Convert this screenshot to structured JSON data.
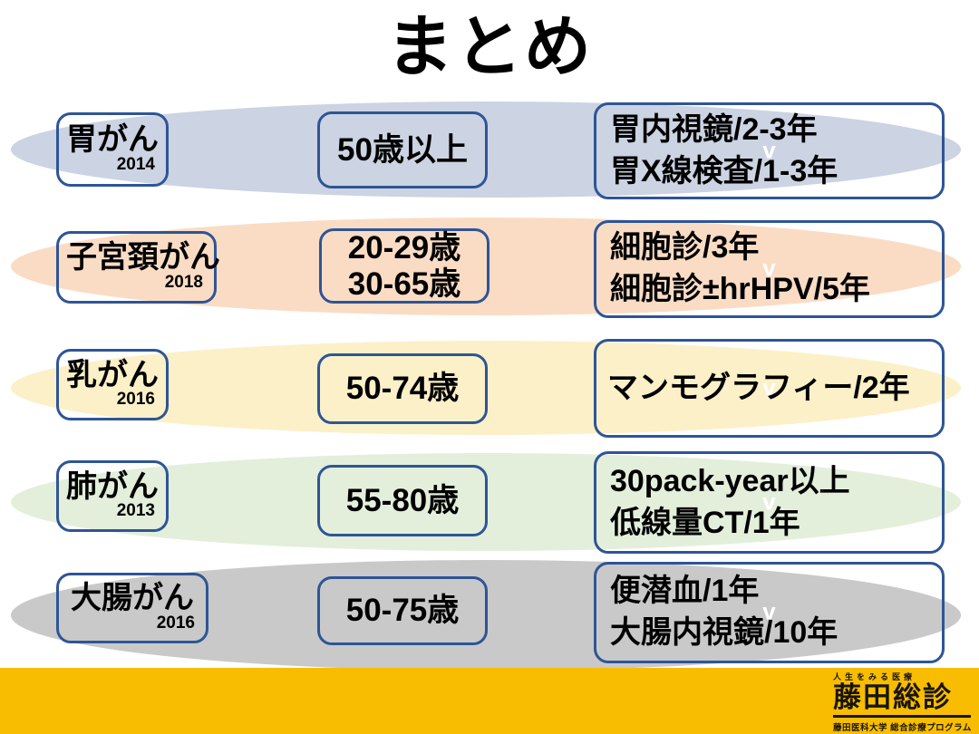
{
  "title": "まとめ",
  "glyphs": {
    "chevron_down": "v"
  },
  "colors": {
    "box_border": "#2e5596",
    "text": "#000000"
  },
  "rows": [
    {
      "cancer": "胃がん",
      "year": "2014",
      "ages": [
        "50歳以上"
      ],
      "methods": [
        "胃内視鏡/2-3年",
        "胃X線検査/1-3年"
      ],
      "color": "#ccd3e2"
    },
    {
      "cancer": "子宮頚がん",
      "year": "2018",
      "ages": [
        "20-29歳",
        "30-65歳"
      ],
      "methods": [
        "細胞診/3年",
        "細胞診±hrHPV/5年"
      ],
      "color": "#fadcc4"
    },
    {
      "cancer": "乳がん",
      "year": "2016",
      "ages": [
        "50-74歳"
      ],
      "methods": [
        "マンモグラフィー/2年"
      ],
      "color": "#fcf0c8"
    },
    {
      "cancer": "肺がん",
      "year": "2013",
      "ages": [
        "55-80歳"
      ],
      "methods": [
        "30pack-year以上",
        "低線量CT/1年"
      ],
      "color": "#e3efdb"
    },
    {
      "cancer": "大腸がん",
      "year": "2016",
      "ages": [
        "50-75歳"
      ],
      "methods": [
        "便潜血/1年",
        "大腸内視鏡/10年"
      ],
      "color": "#c9c9c9"
    }
  ],
  "footer": {
    "bg": "#f8bd00",
    "tagline": "人生をみる医療",
    "logo": "藤田総診",
    "subtitle": "藤田医科大学 総合診療プログラム"
  }
}
